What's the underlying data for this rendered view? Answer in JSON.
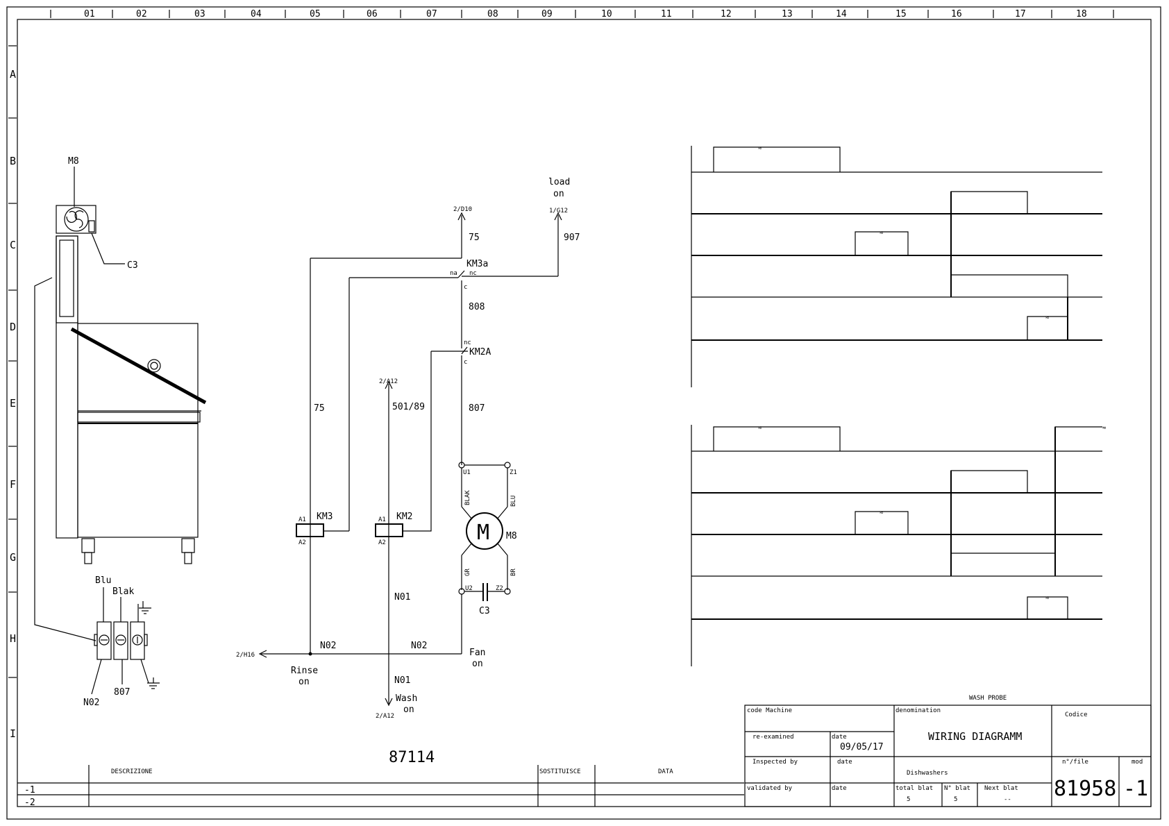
{
  "frame": {
    "columns": [
      "01",
      "02",
      "03",
      "04",
      "05",
      "06",
      "07",
      "08",
      "09",
      "10",
      "11",
      "12",
      "13",
      "14",
      "15",
      "16",
      "17",
      "18"
    ],
    "rows": [
      "A",
      "B",
      "C",
      "D",
      "E",
      "F",
      "G",
      "H",
      "I"
    ]
  },
  "machine": {
    "motor_label": "M8",
    "cap_label": "C3",
    "terminal_top_labels": [
      "Blu",
      "Blak"
    ],
    "terminal_bottom_labels": [
      "N02",
      "807"
    ]
  },
  "circuit": {
    "ref_top_left": "2/D10",
    "ref_top_right": "1/G12",
    "load_on": [
      "load",
      "on"
    ],
    "wire_75_top": "75",
    "wire_907": "907",
    "km3a": "KM3a",
    "km3a_na": "na",
    "km3a_nc": "nc",
    "km3a_c": "c",
    "wire_808": "808",
    "km2a": "KM2A",
    "km2a_nc": "nc",
    "km2a_c": "c",
    "ref_a12_top": "2/A12",
    "wire_75_left": "75",
    "wire_501": "501/89",
    "wire_807": "807",
    "km3": "KM3",
    "km2": "KM2",
    "a1": "A1",
    "a2": "A2",
    "u1": "U1",
    "z1": "Z1",
    "u2": "U2",
    "z2": "Z2",
    "blak": "BLAK",
    "blu": "BLU",
    "gr": "GR",
    "br": "BR",
    "motor_symbol": "M",
    "motor": "M8",
    "cap": "C3",
    "n01_mid": "N01",
    "n02_left": "N02",
    "n02_right": "N02",
    "ref_h16": "2/H16",
    "rinse_on": [
      "Rinse",
      "on"
    ],
    "fan_on": [
      "Fan",
      "on"
    ],
    "n01_bottom": "N01",
    "wash_on": [
      "Wash",
      "on"
    ],
    "ref_a12_bottom": "2/A12"
  },
  "drawing_number": "87114",
  "revision_table": {
    "descrizione": "DESCRIZIONE",
    "sostituisce": "SOSTITUISCE",
    "data": "DATA",
    "rows": [
      "-1",
      "-2"
    ]
  },
  "title_block": {
    "wash_probe": "WASH PROBE",
    "code_machine": "code Machine",
    "denomination": "denomination",
    "codice": "Codice",
    "re_examined": "re-examined",
    "date_label": "date",
    "date_value": "09/05/17",
    "title": "WIRING DIAGRAMM",
    "inspected_by": "Inspected by",
    "nfile": "n°/file",
    "mod": "mod",
    "dishwashers": "Dishwashers",
    "validated_by": "validated by",
    "total_blat": "total blat",
    "total_blat_value": "5",
    "n_blat": "N° blat",
    "n_blat_value": "5",
    "next_blat": "Next blat",
    "next_blat_value": "--",
    "file_number": "81958",
    "mod_value": "-1"
  }
}
